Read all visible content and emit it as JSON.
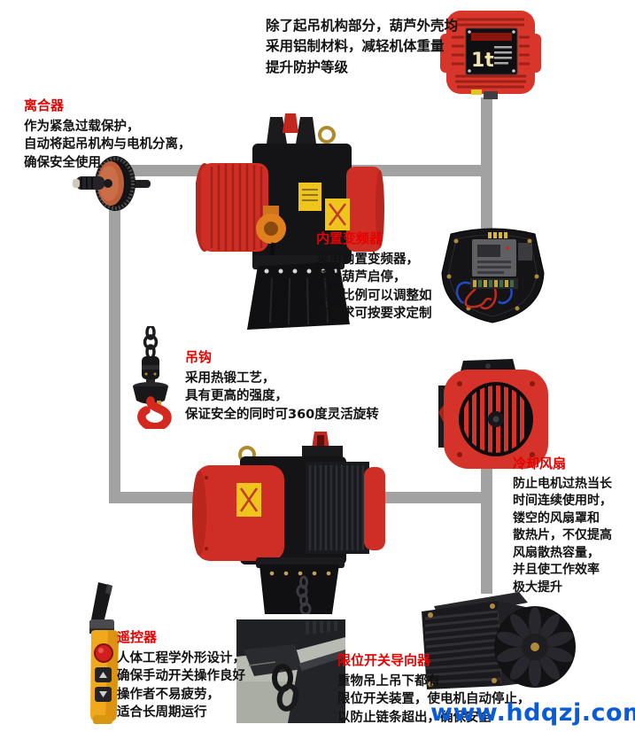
{
  "colors": {
    "accent_red": "#e60000",
    "text_black": "#121212",
    "line_gray": "#a2a2a2",
    "product_red": "#d0302a",
    "watermark_blue": "#0a5cd6"
  },
  "labels": {
    "capacity_badge": "1t"
  },
  "callouts": {
    "shell": {
      "body": "除了起吊机构部分，葫芦外壳均\n采用铝制材料，减轻机体重量\n提升防护等级"
    },
    "clutch": {
      "title": "离合器",
      "body": "作为紧急过载保护，\n自动将起吊机构与电机分离，\n确保安全使用"
    },
    "inverter": {
      "title": "内置变频器",
      "body": "采用内置变频器，\n帮助葫芦启停，\n速度比例可以调整如\n有需求可按要求定制"
    },
    "hook": {
      "title": "吊钩",
      "body": "采用热锻工艺，\n具有更高的强度，\n保证安全的同时可360度灵活旋转"
    },
    "cooling_fan": {
      "title": "冷却风扇",
      "body": "防止电机过热当长\n时间连续使用时，\n镂空的风扇罩和\n散热片，不仅提高\n风扇散热容量，\n并且使工作效率\n极大提升"
    },
    "remote": {
      "title": "遥控器",
      "body": "人体工程学外形设计，\n确保手动开关操作良好\n操作者不易疲劳，\n适合长周期运行"
    },
    "limit_switch": {
      "title": "限位开关导向器",
      "body": "重物吊上吊下都有\n限位开关装置，使电机自动停止，\n以防止链条超出，确保安全"
    }
  },
  "watermark": "www.hdqzj.com"
}
